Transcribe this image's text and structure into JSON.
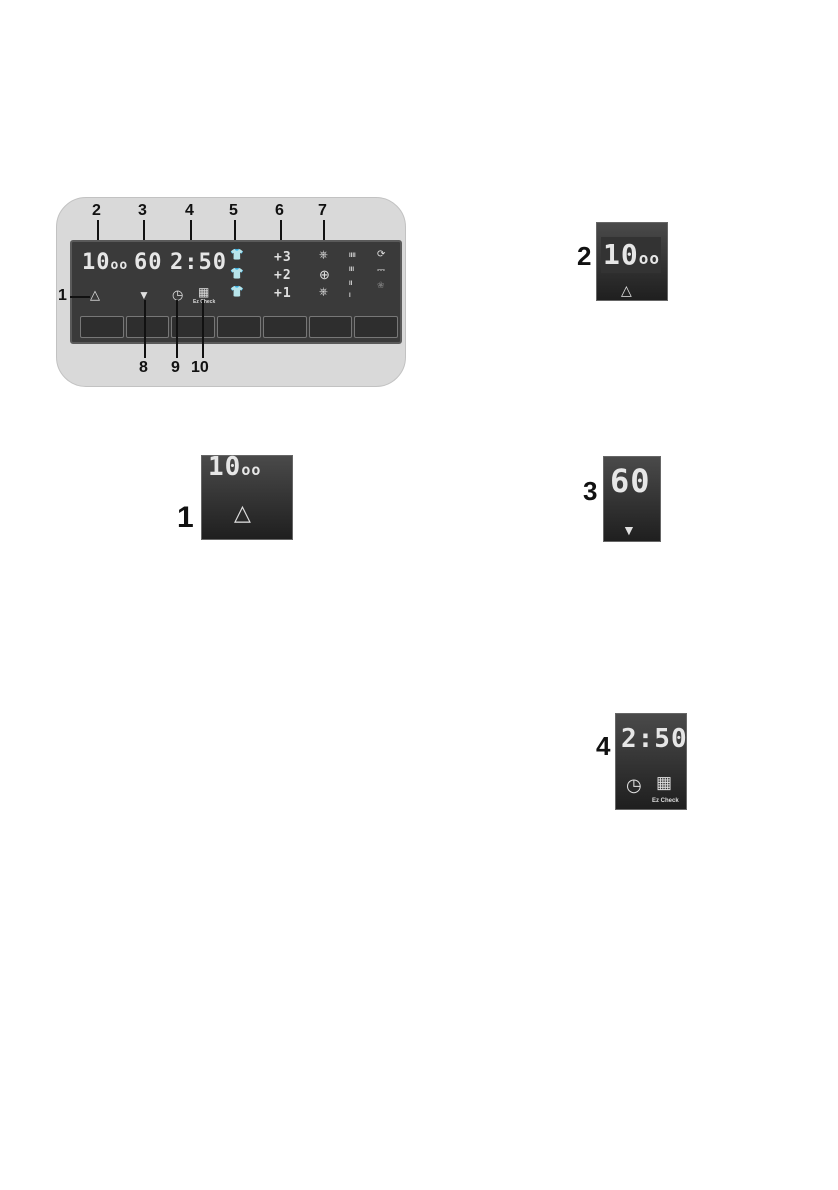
{
  "panel": {
    "display": {
      "wash_time": "10",
      "wash_time_small": "oo",
      "temperature": "60",
      "clock": "2:50"
    },
    "callouts": {
      "c1": "1",
      "c2": "2",
      "c3": "3",
      "c4": "4",
      "c5": "5",
      "c6": "6",
      "c7": "7",
      "c8": "8",
      "c9": "9",
      "c10": "10"
    },
    "extra_rinse": {
      "r3": "+3",
      "r2": "+2",
      "r1": "+1"
    },
    "dry_levels": {
      "d1": "IIII",
      "d2": "III",
      "d3": "II",
      "d4": "I"
    },
    "ez_check_label": "Ez Check"
  },
  "insets": {
    "inset_1": {
      "number": "1",
      "display_top": "10",
      "display_top_small": "oo"
    },
    "inset_2": {
      "number": "2",
      "display": "10",
      "display_small": "oo"
    },
    "inset_3": {
      "number": "3",
      "display": "60"
    },
    "inset_4": {
      "number": "4",
      "display": "2:50",
      "ez_check_label": "Ez Check"
    }
  },
  "colors": {
    "lcd_bg": "#3a3a3a",
    "panel_bg": "#d9d9d9",
    "segment": "#e6e6e6"
  },
  "icons": [
    "lock-icon",
    "wifi-icon",
    "timer-icon",
    "ez-check-icon",
    "shirt-icon",
    "basin-icon",
    "iron-icon"
  ]
}
